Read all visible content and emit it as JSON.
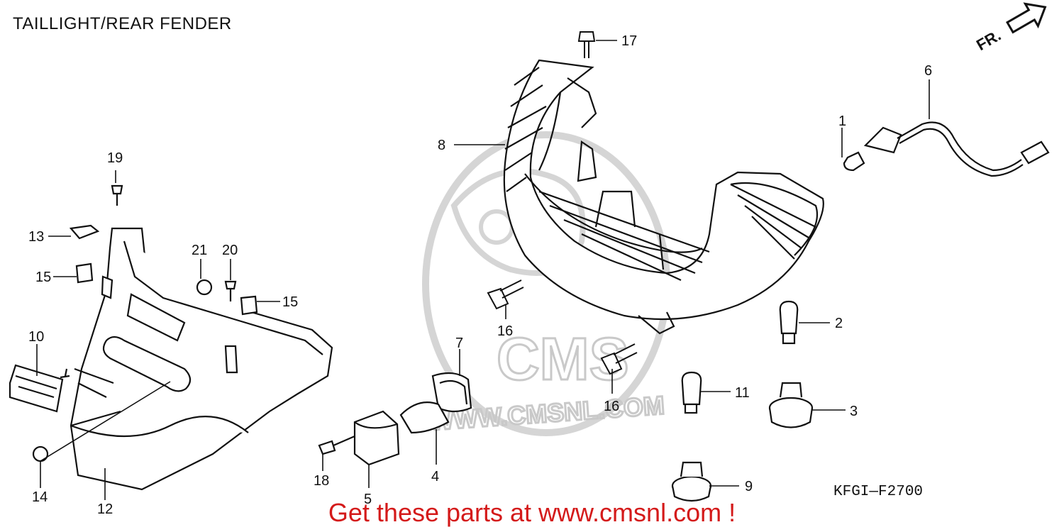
{
  "diagram": {
    "title": "TAILLIGHT/REAR FENDER",
    "drawing_code": "KFGI—F2700",
    "direction_marker": "FR.",
    "watermark_logo": "CMS",
    "watermark_url": "WWW.CMSNL.COM",
    "promo_text": "Get these parts at www.cmsnl.com !",
    "part_callouts": [
      "17",
      "6",
      "1",
      "8",
      "19",
      "13",
      "21",
      "20",
      "15",
      "15",
      "10",
      "16",
      "2",
      "7",
      "11",
      "3",
      "16",
      "14",
      "18",
      "5",
      "4",
      "9",
      "12"
    ]
  },
  "colors": {
    "line": "#111111",
    "watermark": "#c9c9c9",
    "promo": "#d41a1a",
    "background": "#ffffff"
  },
  "icons": [
    "arrow-icon"
  ]
}
